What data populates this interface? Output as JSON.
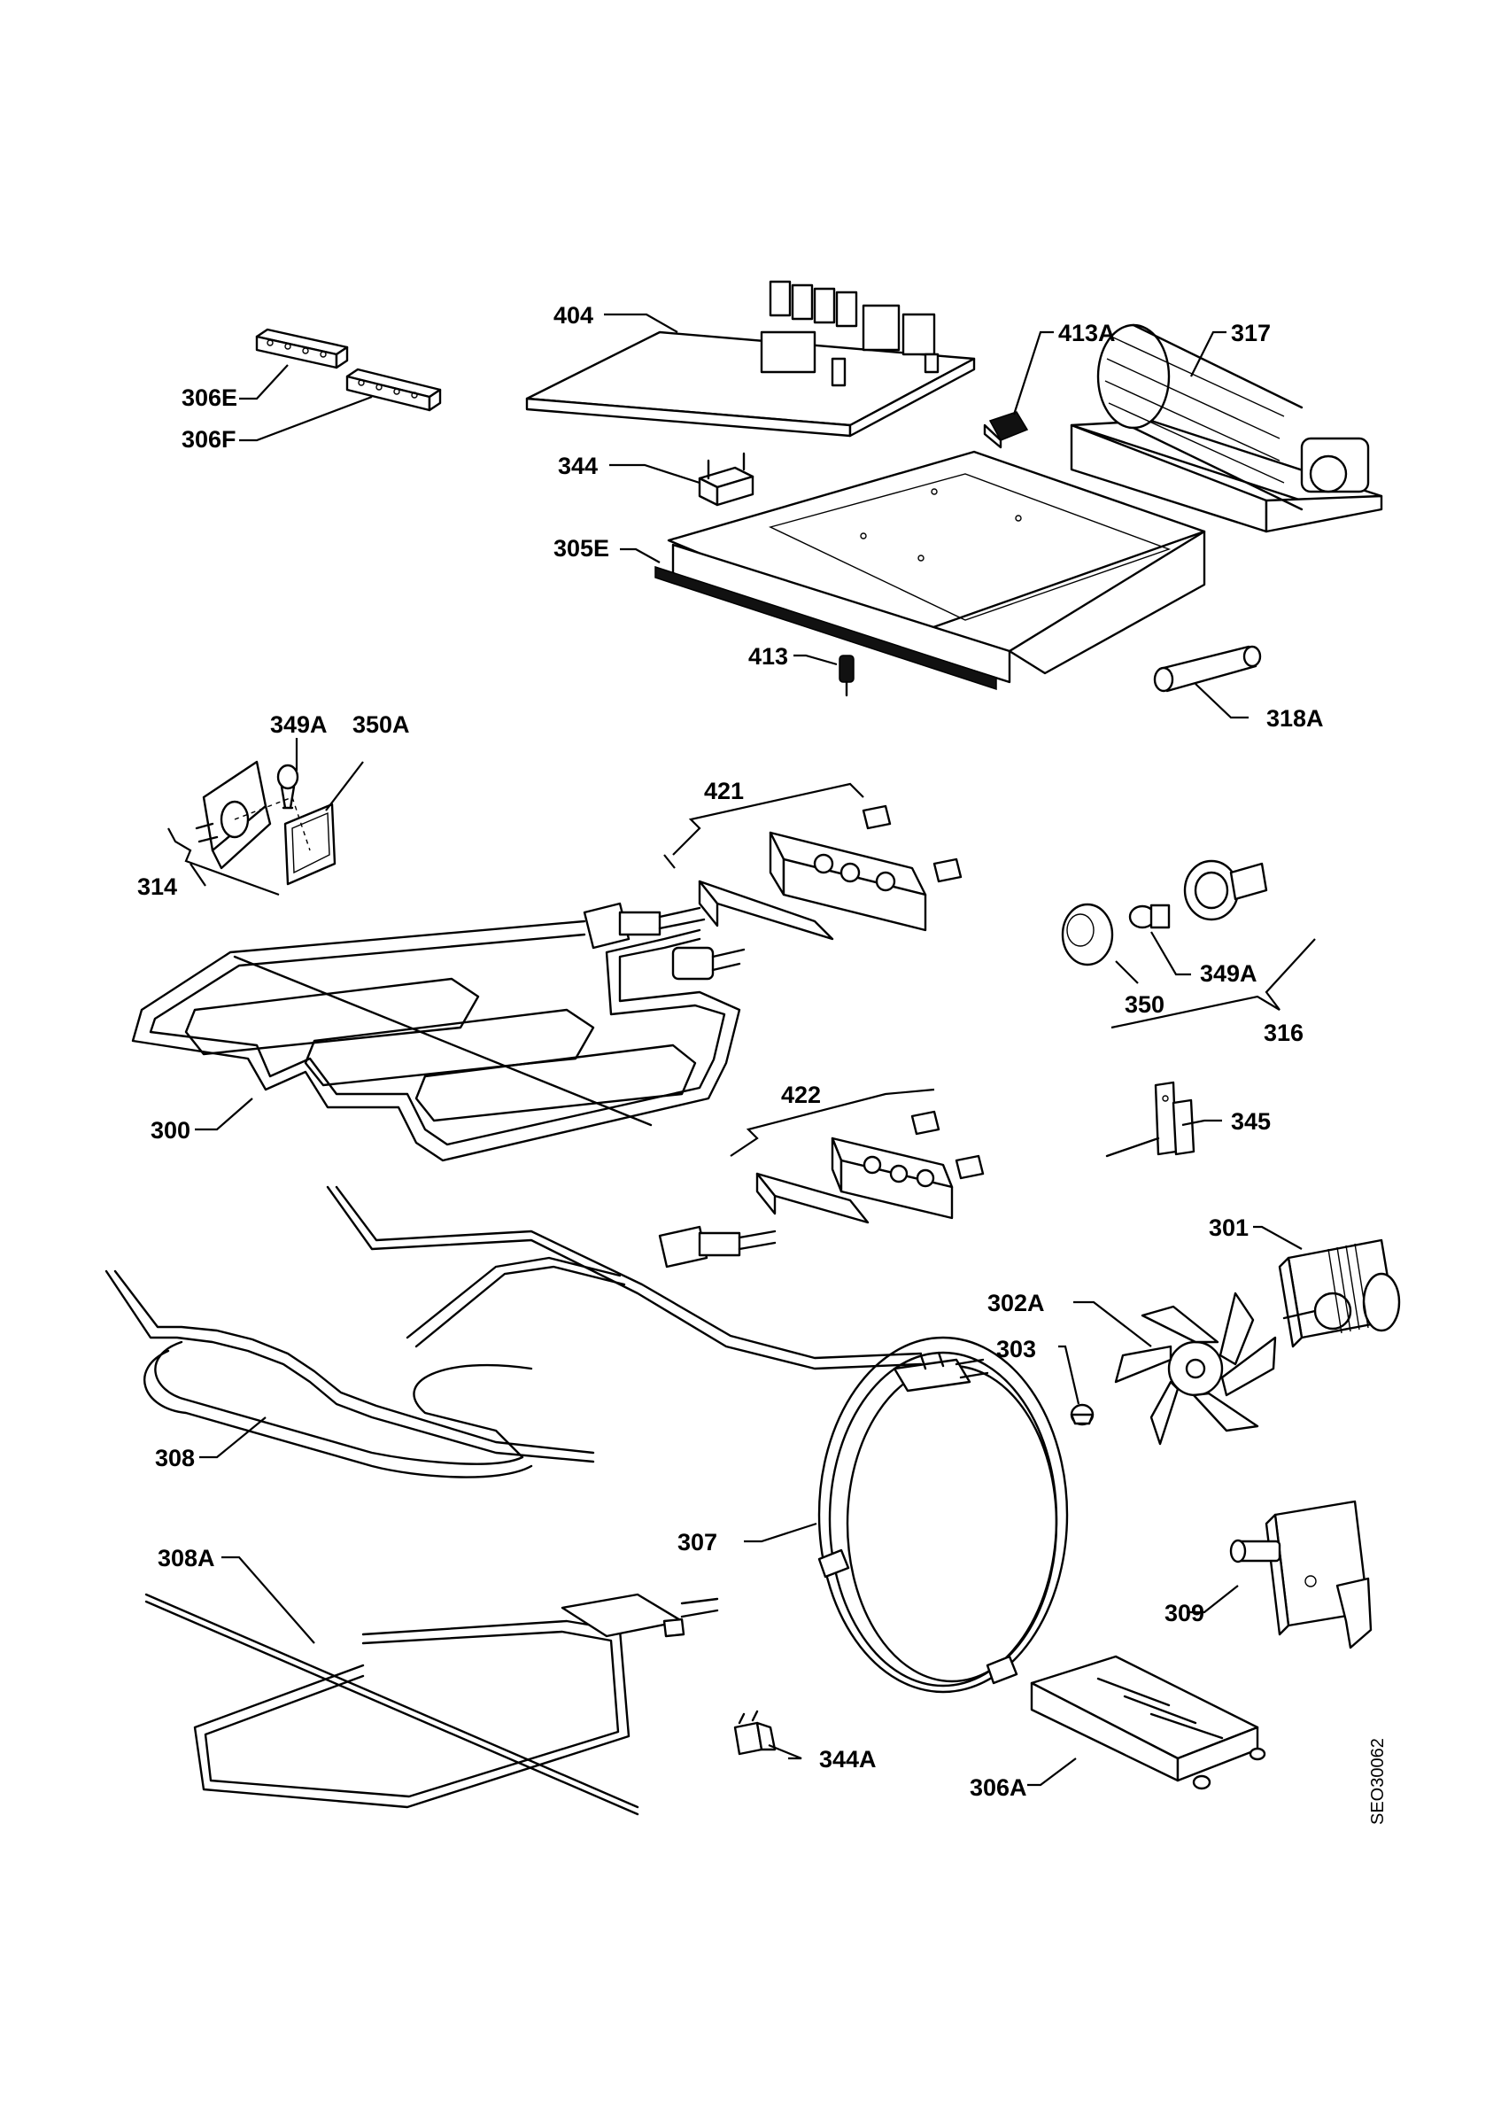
{
  "drawing_code": "SEO30062",
  "labels": {
    "p404": "404",
    "p413A": "413A",
    "p317": "317",
    "p306E": "306E",
    "p306F": "306F",
    "p344": "344",
    "p305E": "305E",
    "p413": "413",
    "p318A": "318A",
    "p349A_top": "349A",
    "p350A": "350A",
    "p314": "314",
    "p421": "421",
    "p349A_right": "349A",
    "p350": "350",
    "p316": "316",
    "p300": "300",
    "p422": "422",
    "p345": "345",
    "p301": "301",
    "p302A": "302A",
    "p303": "303",
    "p308": "308",
    "p307": "307",
    "p308A": "308A",
    "p309": "309",
    "p344A": "344A",
    "p306A": "306A"
  }
}
